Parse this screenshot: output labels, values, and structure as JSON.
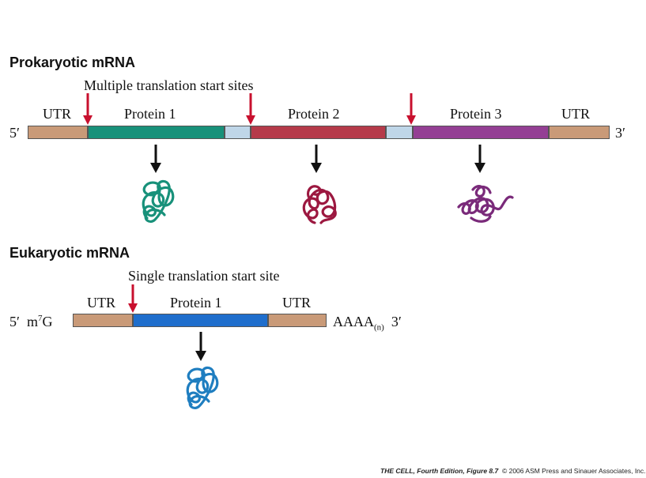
{
  "prokaryotic": {
    "heading": "Prokaryotic mRNA",
    "start_sites_label": "Multiple translation start sites",
    "five_prime": "5′",
    "three_prime": "3′",
    "segments": [
      {
        "label": "UTR",
        "color": "#c99a78"
      },
      {
        "label": "Protein 1",
        "color": "#18917a"
      },
      {
        "label": "",
        "color": "#bfd6e8"
      },
      {
        "label": "Protein 2",
        "color": "#b53a4a"
      },
      {
        "label": "",
        "color": "#bfd6e8"
      },
      {
        "label": "Protein 3",
        "color": "#943f94"
      },
      {
        "label": "UTR",
        "color": "#c99a78"
      }
    ],
    "protein_colors": [
      "#18917a",
      "#9c1840",
      "#7a2a7a"
    ]
  },
  "eukaryotic": {
    "heading": "Eukaryotic mRNA",
    "start_site_label": "Single translation start site",
    "five_prime": "5′",
    "cap_base": "m",
    "cap_sup": "7",
    "cap_g": "G",
    "tail_base": "AAAA",
    "tail_sub": "(n)",
    "three_prime": "3′",
    "segments": [
      {
        "label": "UTR",
        "color": "#c99a78"
      },
      {
        "label": "Protein 1",
        "color": "#1f6ecc"
      },
      {
        "label": "UTR",
        "color": "#c99a78"
      }
    ],
    "protein_color": "#1f7ec0"
  },
  "arrow_colors": {
    "start_site": "#c8102e",
    "translation": "#111111"
  },
  "footer": {
    "book": "THE CELL, Fourth Edition, Figure 8.7",
    "copyright": "© 2006 ASM Press and Sinauer Associates, Inc."
  }
}
